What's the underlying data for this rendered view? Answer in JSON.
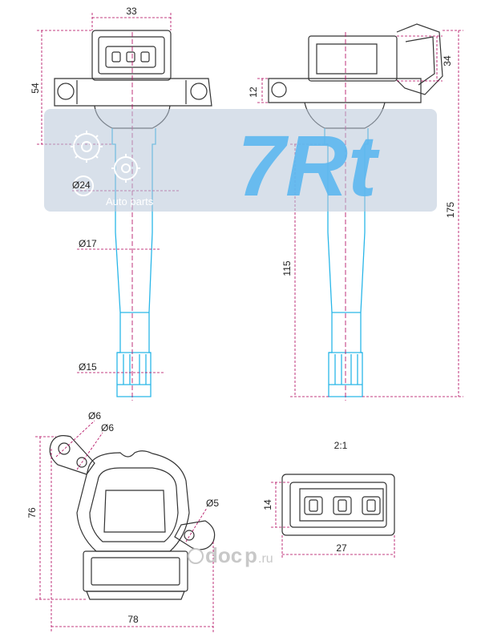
{
  "dimensions": {
    "top_width": "33",
    "left_height": "54",
    "flange_height": "12",
    "conn_height": "34",
    "total_length": "175",
    "boot_length": "115",
    "dia_24": "Ø24",
    "dia_17": "Ø17",
    "dia_15": "Ø15",
    "dia_6a": "Ø6",
    "dia_6b": "Ø6",
    "dia_5": "Ø5",
    "base_height": "76",
    "base_width": "78",
    "conn_scale": "2:1",
    "conn_h": "14",
    "conn_w": "27"
  },
  "watermark": {
    "brand": "7Rt",
    "sub": "Auto parts"
  },
  "site_logo": {
    "name": "doc",
    "domain": ".ru"
  },
  "colors": {
    "accent_blue": "#29b6e8",
    "dim_magenta": "#b0005a",
    "watermark_bg": "#b8c6d8"
  }
}
